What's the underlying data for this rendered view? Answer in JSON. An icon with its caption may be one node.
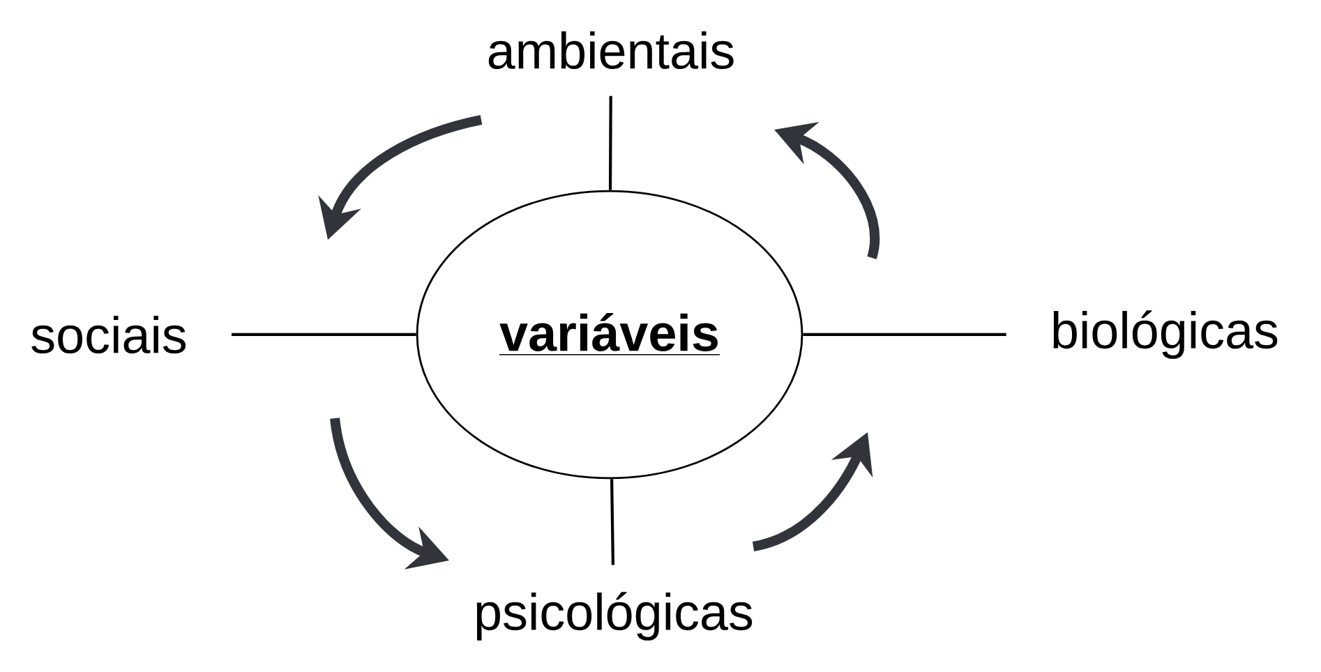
{
  "diagram": {
    "nodes": [
      {
        "text": [
          "variáveis"
        ]
      },
      {
        "text": [
          "ambientais"
        ]
      },
      {
        "text": [
          "sociais"
        ]
      },
      {
        "text": [
          "biológicas"
        ]
      },
      {
        "text": [
          "psicológicas"
        ]
      }
    ],
    "edges": [
      {
        "from": 0,
        "to": 1,
        "arrow": "none"
      },
      {
        "from": 0,
        "to": 2,
        "arrow": "none"
      },
      {
        "from": 0,
        "to": 3,
        "arrow": "none"
      },
      {
        "from": 0,
        "to": 4,
        "arrow": "none"
      }
    ]
  }
}
